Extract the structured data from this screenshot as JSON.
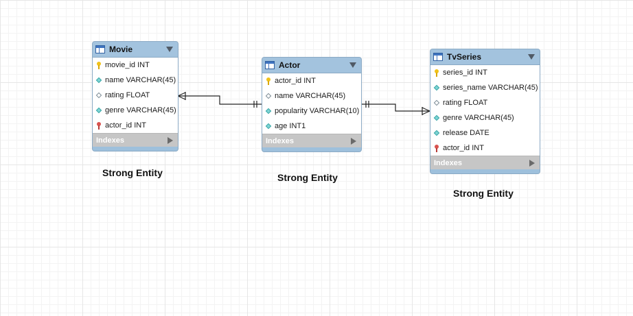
{
  "entities": {
    "movie": {
      "title": "Movie",
      "columns": [
        {
          "label": "movie_id INT",
          "icon": "primary-key-icon"
        },
        {
          "label": "name VARCHAR(45)",
          "icon": "not-null-column-icon"
        },
        {
          "label": "rating FLOAT",
          "icon": "nullable-column-icon"
        },
        {
          "label": "genre VARCHAR(45)",
          "icon": "not-null-column-icon"
        },
        {
          "label": "actor_id INT",
          "icon": "foreign-key-icon"
        }
      ],
      "indexes_label": "Indexes",
      "caption": "Strong Entity"
    },
    "actor": {
      "title": "Actor",
      "columns": [
        {
          "label": "actor_id INT",
          "icon": "primary-key-icon"
        },
        {
          "label": "name VARCHAR(45)",
          "icon": "nullable-column-icon"
        },
        {
          "label": "popularity VARCHAR(10)",
          "icon": "not-null-column-icon"
        },
        {
          "label": "age INT1",
          "icon": "not-null-column-icon"
        }
      ],
      "indexes_label": "Indexes",
      "caption": "Strong Entity"
    },
    "tvseries": {
      "title": "TvSeries",
      "columns": [
        {
          "label": "series_id INT",
          "icon": "primary-key-icon"
        },
        {
          "label": "series_name VARCHAR(45)",
          "icon": "not-null-column-icon"
        },
        {
          "label": "rating FLOAT",
          "icon": "nullable-column-icon"
        },
        {
          "label": "genre VARCHAR(45)",
          "icon": "not-null-column-icon"
        },
        {
          "label": "release DATE",
          "icon": "not-null-column-icon"
        },
        {
          "label": "actor_id INT",
          "icon": "foreign-key-icon"
        }
      ],
      "indexes_label": "Indexes",
      "caption": "Strong Entity"
    }
  },
  "relationships": [
    {
      "from": "Movie",
      "to": "Actor",
      "from_end": "one-or-many",
      "to_end": "exactly-one"
    },
    {
      "from": "Actor",
      "to": "TvSeries",
      "from_end": "exactly-one",
      "to_end": "one-or-many"
    }
  ],
  "colors": {
    "header": "#a3c3de",
    "indexes_bar": "#c6c6c6",
    "primary_key": "#f0c21a",
    "foreign_key": "#d9534f",
    "column_diamond": "#7fd4d4"
  }
}
